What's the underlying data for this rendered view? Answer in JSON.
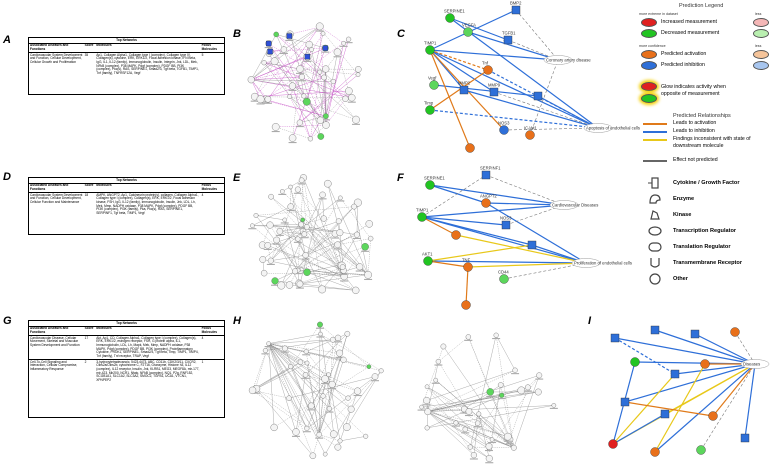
{
  "panels": {
    "A": "A",
    "B": "B",
    "C": "C",
    "D": "D",
    "E": "E",
    "F": "F",
    "G": "G",
    "H": "H",
    "I": "I"
  },
  "table_header": {
    "caption": "Top Networks",
    "col1": "Associated Diseases and Functions",
    "col2": "Score",
    "col3": "Molecules",
    "col4": "Focus Molecules"
  },
  "table_a": {
    "disease": "Cardiovascular System Development and Function, Cellular Development, Cellular Growth and Proliferation",
    "score": "35",
    "molecules": "Ap1, Collagen Alpha1, Collagen type I (complex), Collagen type IV, Collagen(s), cytokine, ERK, ERK1/2, Focal adhesion kinase, IFN Beta, IgG, IL1, IL12 (family), Immunoglobulin, Insulin, Integrin, Jnk, LDL, Mek, NFkB (complex), P38 MAPK, Pdgf (complex), PDGF BB, PI3K (complex), Pkc(s), RAS, SERPINE1, Smad2/3, Tgf beta, TGFB1, TIMP1, Tnf (family), TNFRSF12A, Vegf",
    "focus": "5"
  },
  "table_d": {
    "disease": "Cardiovascular System Development and Function, Cellular Development, Cellular Function and Maintenance",
    "score": "18",
    "molecules": "AMPK, ANGPT2, Ap1, Calcineurin protein(s), collagen, Collagen Alpha1, Collagen type I (complex), Collagen(s), ERK, ERK1/2, Focal adhesion kinase, FSH, IgG, IL12 (family), Immunoglobulin, Insulin, Jnk, LDL, Lh, Mek, Mmp, NADPH oxidase, P38 MAPK, Pdgf (complex), PDGF BB, PI3K (complex), PI3K (family), Pka, Pkc(s), RAS, SERPINE1, SERPINF1, Tgf beta, TIMP1, Vegf",
    "focus": "4"
  },
  "table_g": {
    "disease1": "Cardiovascular Disease, Cellular Movement, Skeletal and Muscular System Development and Function",
    "score1": "17",
    "molecules1": "Akt, Ap1, CD, Collagen Alpha1, Collagen type I (complex), Collagen(s), ERK, ERK1/2, estrogen receptor, FSH, G protein alpha, IL1, Immunoglobulin, LDL, Lh, Mapk, Mek, Mmp, NADPH oxidase, P38 MAPK, Pdgf (complex), PDGF BB, PI3K (complex), Proinflammatory Cytokine, PROK1, SERPINE1, Smad2/3, Tgf beta, Timp, TIMP1, TIMP4, Tnf (family), Tnf receptor, TRAP, Vegf",
    "focus1": "4",
    "disease2": "Cell-To-Cell Signaling and Interaction, Cellular Compromise, Inflammatory Response",
    "score2": "2",
    "molecules2": "3-hydroxytetradecanoic, 5423.4473, ABC, CD11b, CDK2/3/11, CXCR2, Ctbs2a/Ctbs2b, cytochrome C, F2T16, Granzyme, Histone h3, IL12 (complex), IL12 receptor, Insulin, Jnk, KLRB1, MEG3, MEGF8A, mir-177, mir-423, Mir200, NCR1, Nfatc, NFkB (complex), NQ1, P2g, RNF152, SCGB1A1, SLC1A2, SLC3A2, SMOC2, TGFB1, UCA1, VTCN1, XPNPEP2",
    "focus2": "1"
  },
  "net_c": {
    "labels": [
      "SERPINE1",
      "BMP2",
      "VEGFA",
      "TIMP1",
      "TGFB1",
      "Timp",
      "Vegf",
      "Tnf",
      "MMP2",
      "MMP9",
      "NOS3",
      "ICAM1",
      "Coronary artery disease",
      "Apoptosis of endothelial cells"
    ]
  },
  "net_f": {
    "labels": [
      "SERPINF1",
      "SERPINE1",
      "TIMP1",
      "ANGPT2",
      "NOS3",
      "AKT1",
      "TNF",
      "CD44",
      "Cardiovascular Diseases",
      "Proliferation of endothelial cells"
    ]
  },
  "net_i": {
    "labels": [
      "Diseases"
    ]
  },
  "legend": {
    "title": "Prediction Legend",
    "more_extreme": "more extreme in dataset",
    "less": "less",
    "increased": "Increased measurement",
    "decreased": "Decreased measurement",
    "more_confidence": "more confidence",
    "less2": "less",
    "pred_activation": "Predicted activation",
    "pred_inhibition": "Predicted inhibition",
    "glow": "Glow indicates activity when opposite of measurement",
    "relationships": "Predicted Relationships",
    "leads_activation": "Leads to activation",
    "leads_inhibition": "Leads to inhibition",
    "findings": "Findings inconsistent with state of downstream molecule",
    "not_predicted": "Effect not predicted",
    "cytokine": "Cytokine / Growth Factor",
    "enzyme": "Enzyme",
    "kinase": "Kinase",
    "transcription": "Transcription Regulator",
    "translation": "Translation Regulator",
    "transmembrane": "Transmembrane Receptor",
    "other": "Other",
    "colors": {
      "red": "#e02020",
      "pink": "#f4b6b6",
      "green": "#22c422",
      "lightgreen": "#b9efb0",
      "orange": "#e8701a",
      "peach": "#f5c49a",
      "blue": "#2e6fd8",
      "lightblue": "#a8c6ef",
      "activation": "#e07a1a",
      "inhibition": "#2e6fd8",
      "inconsistent": "#e8c81a",
      "notpred": "#666666"
    }
  }
}
